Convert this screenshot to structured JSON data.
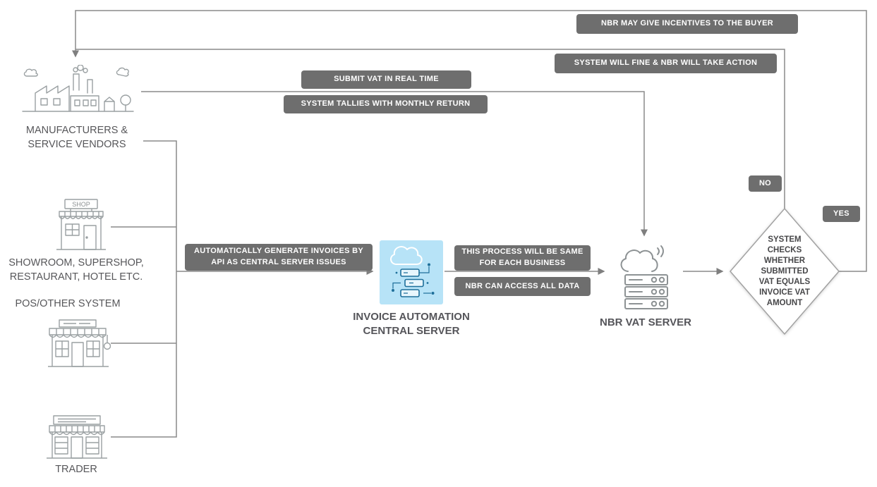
{
  "colors": {
    "badge_bg": "#6e6e6e",
    "badge_text": "#ffffff",
    "line": "#858585",
    "label_text": "#57575a",
    "central_server_bg": "#b7e3f7",
    "central_server_ink": "#1e6f9a",
    "diamond_border": "#a2a2a2"
  },
  "nodes": {
    "manufacturers": {
      "label": "MANUFACTURERS & SERVICE VENDORS"
    },
    "showroom": {
      "label": "SHOWROOM, SUPERSHOP, RESTAURANT, HOTEL ETC."
    },
    "pos": {
      "label": "POS/OTHER SYSTEM"
    },
    "trader": {
      "label": "TRADER"
    },
    "shop_sign": "SHOP",
    "central_server": {
      "label": "INVOICE AUTOMATION CENTRAL SERVER"
    },
    "nbr_server": {
      "label": "NBR VAT SERVER"
    },
    "decision": {
      "label": "SYSTEM CHECKS WHETHER SUBMITTED VAT EQUALS INVOICE VAT AMOUNT"
    }
  },
  "badges": {
    "incentives": "NBR MAY GIVE INCENTIVES TO THE BUYER",
    "fine": "SYSTEM WILL FINE & NBR WILL TAKE ACTION",
    "submit_vat": "SUBMIT VAT IN REAL TIME",
    "monthly_return": "SYSTEM TALLIES WITH MONTHLY RETURN",
    "auto_generate": "AUTOMATICALLY GENERATE INVOICES BY API AS CENTRAL SERVER ISSUES",
    "same_process": "THIS PROCESS WILL BE SAME FOR EACH BUSINESS",
    "nbr_access": "NBR CAN ACCESS ALL DATA",
    "no": "NO",
    "yes": "YES"
  }
}
